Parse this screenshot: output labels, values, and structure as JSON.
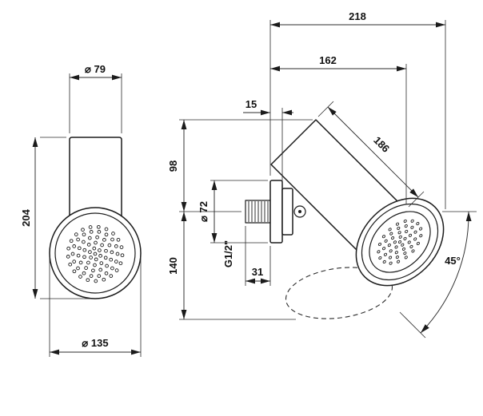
{
  "front": {
    "dia_top": "⌀ 79",
    "height": "204",
    "dia_bottom": "⌀ 135"
  },
  "side": {
    "depth_total": "218",
    "depth_body": "162",
    "wall_gap": "15",
    "height_upper": "98",
    "dia_flange": "⌀ 72",
    "height_lower": "140",
    "thread": "G1/2\"",
    "nipple_len": "31",
    "body_len": "186",
    "angle": "45°"
  },
  "colors": {
    "line": "#1b1b1b",
    "background": "#ffffff"
  }
}
